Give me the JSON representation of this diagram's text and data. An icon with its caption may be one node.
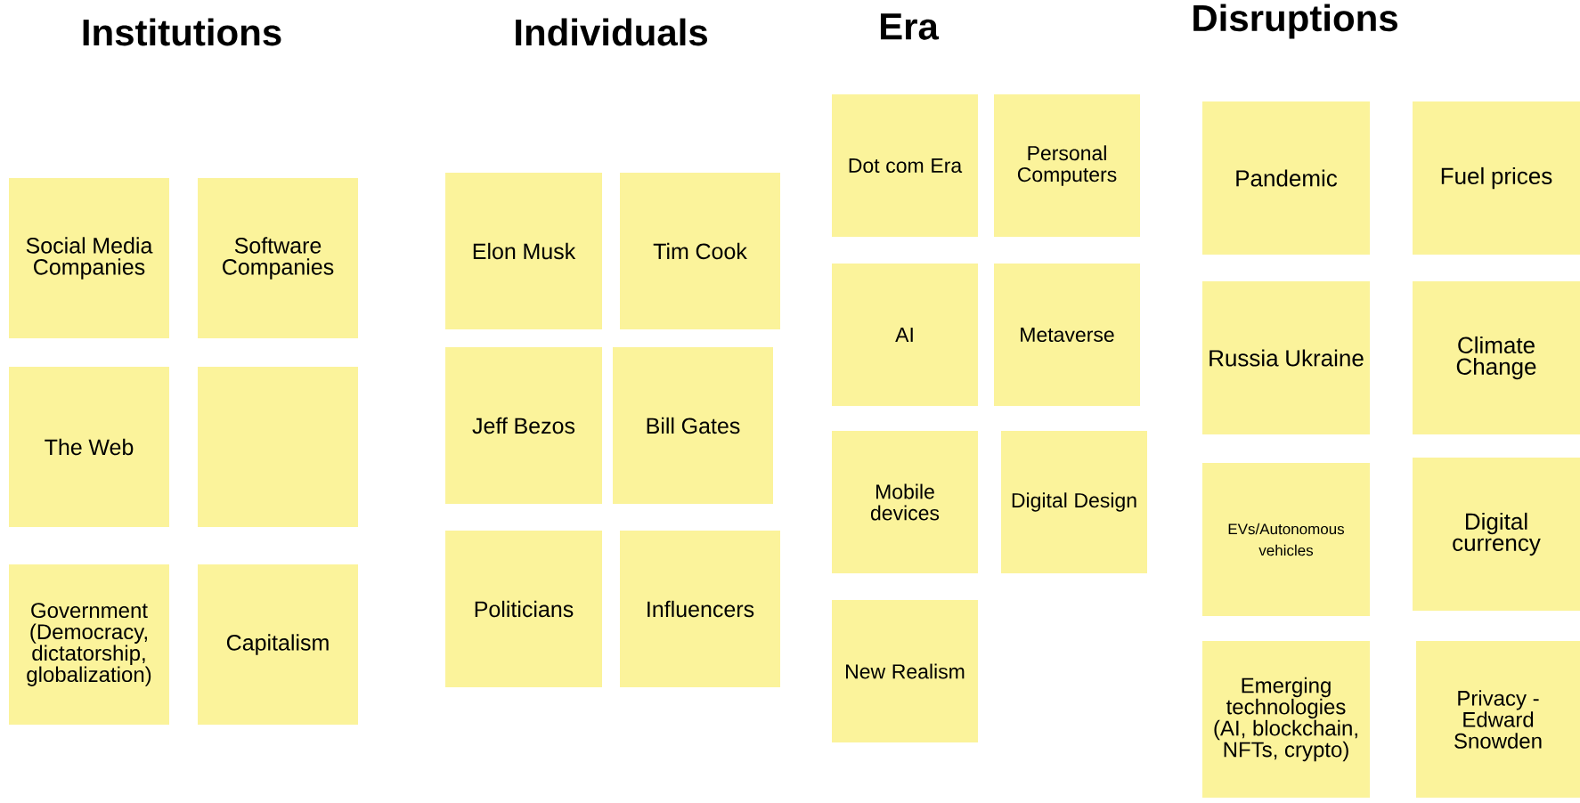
{
  "diagram": {
    "nodes": [
      {
        "text": [
          "Social Media Companies"
        ]
      },
      {
        "text": [
          "Software Companies"
        ]
      },
      {
        "text": [
          "The Web"
        ]
      },
      {
        "text": [],
        "shape": "box"
      },
      {
        "text": [
          "Government (Democracy, dictatorship, globalization)"
        ]
      },
      {
        "text": [
          "Capitalism"
        ]
      },
      {
        "text": [
          "Elon Musk"
        ]
      },
      {
        "text": [
          "Tim Cook"
        ]
      },
      {
        "text": [
          "Jeff Bezos"
        ]
      },
      {
        "text": [
          "Bill Gates"
        ]
      },
      {
        "text": [
          "Politicians"
        ]
      },
      {
        "text": [
          "Influencers"
        ]
      },
      {
        "text": [
          "Dot com Era"
        ]
      },
      {
        "text": [
          "Personal Computers"
        ]
      },
      {
        "text": [
          "AI"
        ]
      },
      {
        "text": [
          "Metaverse"
        ]
      },
      {
        "text": [
          "Mobile devices"
        ]
      },
      {
        "text": [
          "Digital Design"
        ]
      },
      {
        "text": [
          "New Realism"
        ]
      },
      {
        "text": [
          "Pandemic"
        ]
      },
      {
        "text": [
          "Fuel prices"
        ]
      },
      {
        "text": [
          "Russia Ukraine"
        ]
      },
      {
        "text": [
          "Climate Change"
        ]
      },
      {
        "text": [
          "EVs/Autonomous vehicles"
        ]
      },
      {
        "text": [
          "Digital currency"
        ]
      },
      {
        "text": [
          "Emerging technologies (AI, blockchain, NFTs, crypto)"
        ]
      },
      {
        "text": [
          "Privacy - Edward Snowden"
        ]
      }
    ],
    "labels": [
      "Institutions",
      "Individuals",
      "Era",
      "Disruptions"
    ]
  }
}
